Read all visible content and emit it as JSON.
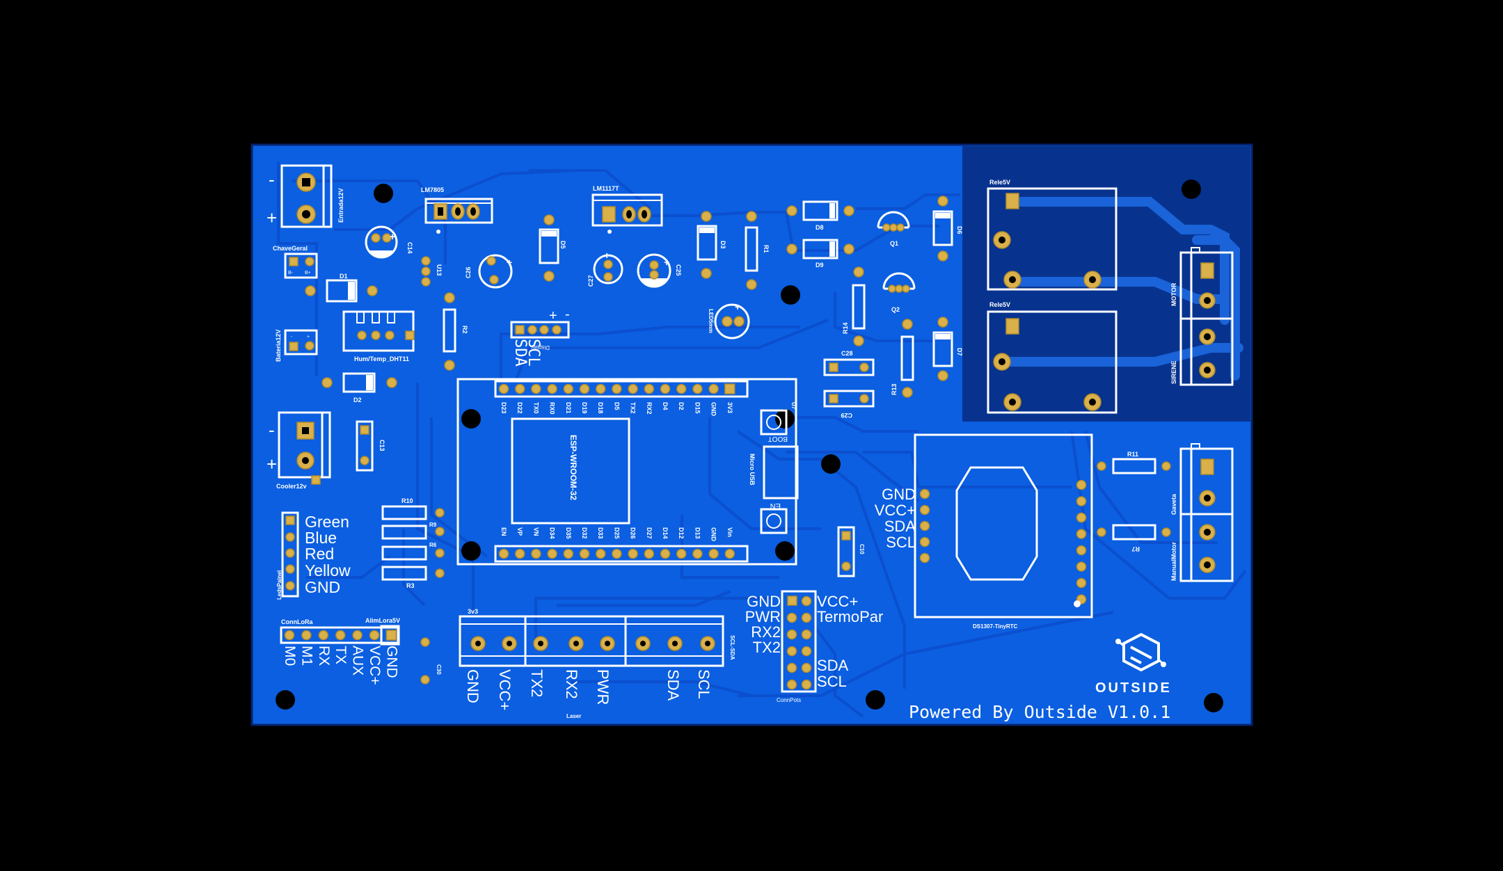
{
  "colors": {
    "background": "#000000",
    "board": "#0b5fe0",
    "board_dark_region": "#07338f",
    "silkscreen": "#ffffff",
    "pad": "#d9b04a"
  },
  "connectors": {
    "entrada": "Entrada12V",
    "chave": "ChaveGeral",
    "chave_pins": [
      "B-",
      "B+"
    ],
    "bateria": "Bateria12V",
    "cooler": "Cooler12v",
    "leds_panel": "LedsPainel",
    "lora": "ConnLoRa",
    "alim_lora": "AlimLora5V",
    "motor": "MOTOR",
    "sirene": "SIRENE",
    "gaveta": "Gaveta",
    "manual_motor": "ManualMotor",
    "display": "Display",
    "scl_sda": "SCL-SDA",
    "laser": "Laser",
    "conn_pots": "ConnPots"
  },
  "components": {
    "lm7805": "LM7805",
    "lm1117": "LM1117T",
    "dht": "Hum/Temp_DHT11",
    "led": "LED5mm",
    "rele1": "Rele5V",
    "rele2": "Rele5V",
    "rtc": "DS1307-TinyRTC",
    "esp": "ESP-WROOM-32",
    "usb": "Micro USB",
    "boot": "BOOT",
    "en": "EN",
    "u7": "U7",
    "u13": "U13"
  },
  "refs": {
    "c14": "C14",
    "c26": "C26",
    "c27": "C27",
    "c25": "C25",
    "c13": "C13",
    "c28": "C28",
    "c29": "C29",
    "c10": "C10",
    "c30": "C30",
    "d1": "D1",
    "d2": "D2",
    "d3": "D3",
    "d5": "D5",
    "d6": "D6",
    "d7": "D7",
    "d8": "D8",
    "d9": "D9",
    "r1": "R1",
    "r2": "R2",
    "r3": "R3",
    "r6": "R6",
    "r7": "R7",
    "r9": "R9",
    "r10": "R10",
    "r11": "R11",
    "r13": "R13",
    "r14": "R14",
    "q1": "Q1",
    "q2": "Q2"
  },
  "led_labels": [
    "Green",
    "Blue",
    "Red",
    "Yellow",
    "GND"
  ],
  "lora_pins": [
    "M0",
    "M1",
    "RX",
    "TX",
    "AUX",
    "VCC+",
    "GND"
  ],
  "display_pins": [
    "SDA",
    "SCL"
  ],
  "display_polarity": [
    "+",
    "-"
  ],
  "esp_top_pins": [
    "D23",
    "D22",
    "TX0",
    "RX0",
    "D21",
    "D19",
    "D18",
    "D5",
    "TX2",
    "RX2",
    "D4",
    "D2",
    "D15",
    "GND",
    "3V3"
  ],
  "esp_bottom_pins": [
    "EN",
    "VP",
    "VN",
    "D34",
    "D35",
    "D32",
    "D33",
    "D25",
    "D26",
    "D27",
    "D14",
    "D12",
    "D13",
    "GND",
    "Vin"
  ],
  "rtc_pins": [
    "GND",
    "VCC+",
    "SDA",
    "SCL"
  ],
  "bottom_labels": {
    "v33": "3v3",
    "row": [
      "GND",
      "VCC+",
      "TX2",
      "RX2",
      "PWR",
      "SDA",
      "SCL"
    ]
  },
  "pots_left": [
    "GND",
    "PWR",
    "RX2",
    "TX2"
  ],
  "pots_right": [
    "VCC+",
    "TermoPar",
    "SDA",
    "SCL"
  ],
  "plus": "+",
  "minus": "-",
  "brand": "OUTSIDE",
  "footer": "Powered By Outside V1.0.1"
}
